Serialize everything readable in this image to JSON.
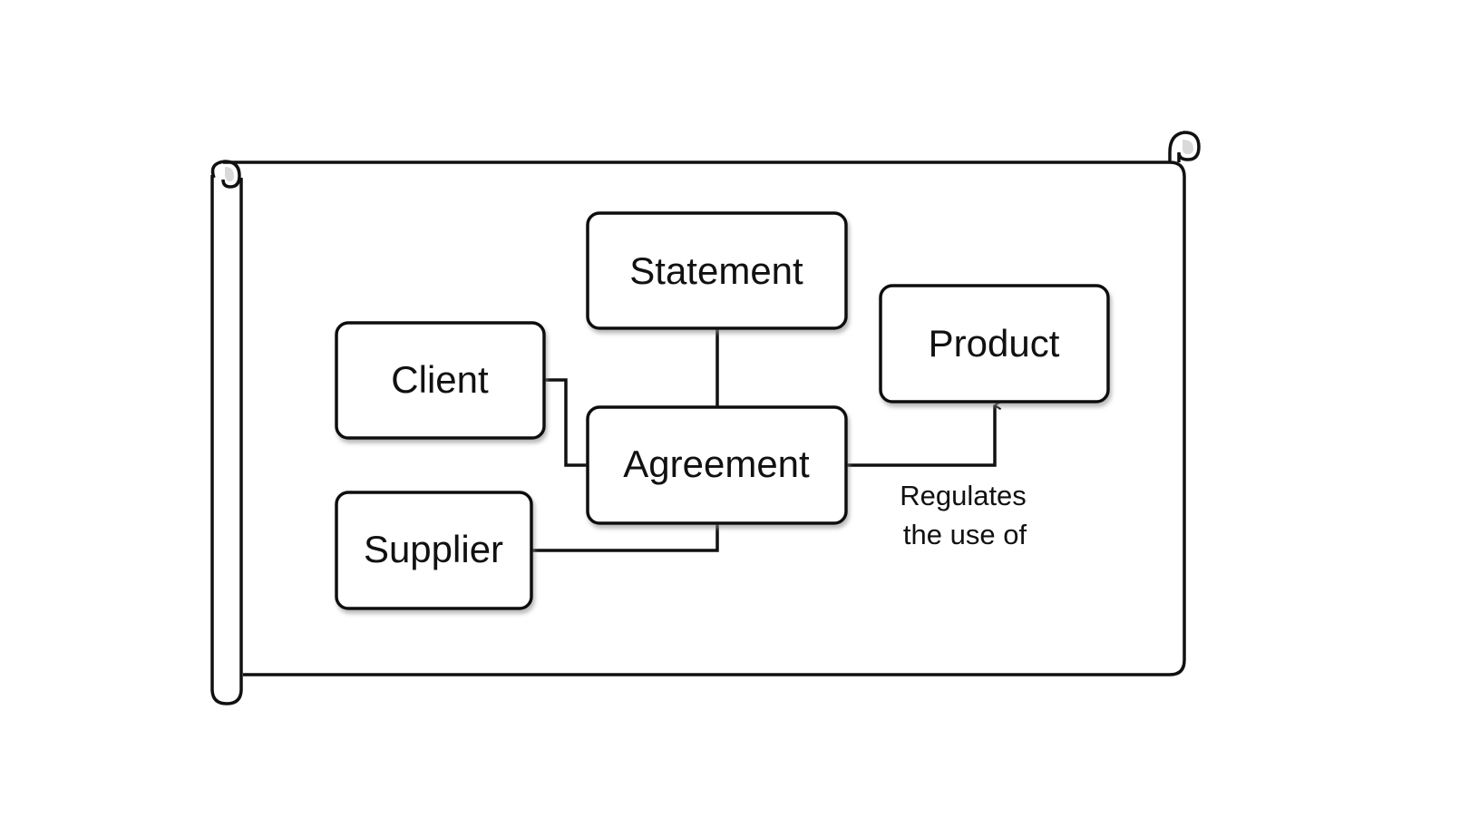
{
  "nodes": {
    "statement": "Statement",
    "product": "Product",
    "client": "Client",
    "agreement": "Agreement",
    "supplier": "Supplier"
  },
  "edge_label": {
    "line1": "Regulates",
    "line2": "the use of"
  },
  "colors": {
    "stroke": "#111111",
    "fill": "#ffffff",
    "shadow": "#8a8a8a",
    "scroll_shade": "#d9d9d9"
  }
}
